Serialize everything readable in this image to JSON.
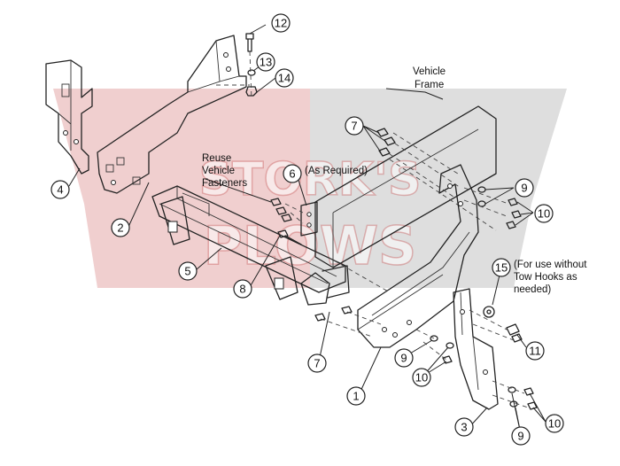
{
  "watermark": {
    "line1": "STORK'S",
    "line2": "PLOWS",
    "left_color": "#c95454",
    "right_color": "#8a8a8a"
  },
  "labels": {
    "vehicle_frame_line1": "Vehicle",
    "vehicle_frame_line2": "Frame",
    "reuse_line1": "Reuse",
    "reuse_line2": "Vehicle",
    "reuse_line3": "Fasteners",
    "as_required": "(As Required)",
    "tow_line1": "(For use without",
    "tow_line2": "Tow Hooks as",
    "tow_line3": "needed)"
  },
  "callouts": [
    "1",
    "2",
    "3",
    "4",
    "5",
    "6",
    "7",
    "7",
    "8",
    "9",
    "9",
    "9",
    "10",
    "10",
    "10",
    "11",
    "12",
    "13",
    "14",
    "15"
  ]
}
